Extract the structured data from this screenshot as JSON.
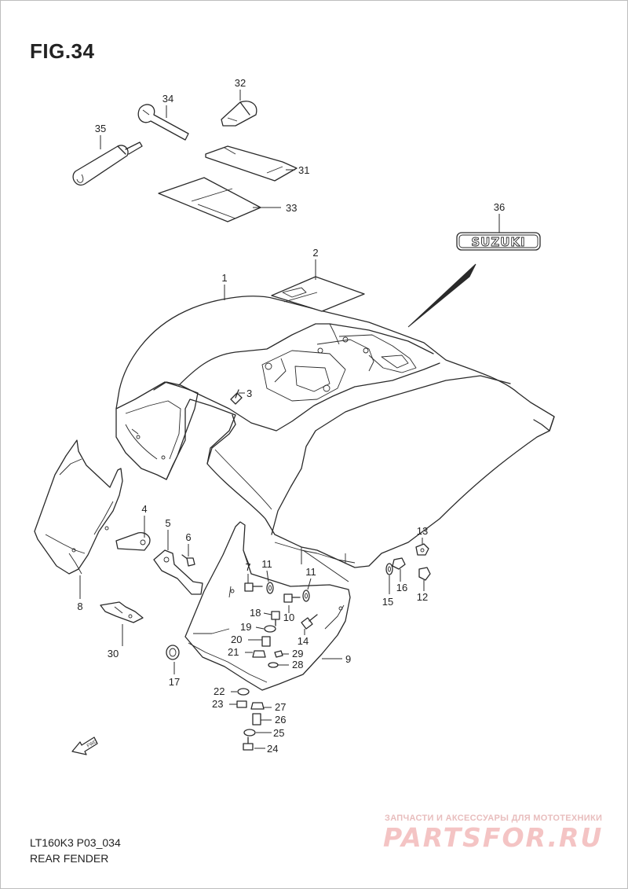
{
  "figure": {
    "title": "FIG.34",
    "model_code": "LT160K3 P03_034",
    "section_name": "REAR FENDER"
  },
  "emblem_text": "SUZUKI",
  "fwd_arrow_label": "FWD",
  "watermark": {
    "tagline": "ЗАПЧАСТИ И АКСЕССУАРЫ ДЛЯ МОТОТЕХНИКИ",
    "brand": "PARTSFOR.RU"
  },
  "callouts": {
    "1": "1",
    "2": "2",
    "3": "3",
    "4": "4",
    "5": "5",
    "6": "6",
    "7": "7",
    "8": "8",
    "9": "9",
    "10": "10",
    "11a": "11",
    "11b": "11",
    "12": "12",
    "13": "13",
    "14": "14",
    "15": "15",
    "16": "16",
    "17": "17",
    "18": "18",
    "19": "19",
    "20": "20",
    "21": "21",
    "22": "22",
    "23": "23",
    "24": "24",
    "25": "25",
    "26": "26",
    "27": "27",
    "28": "28",
    "29": "29",
    "30": "30",
    "31": "31",
    "32": "32",
    "33": "33",
    "34": "34",
    "35": "35",
    "36": "36"
  }
}
